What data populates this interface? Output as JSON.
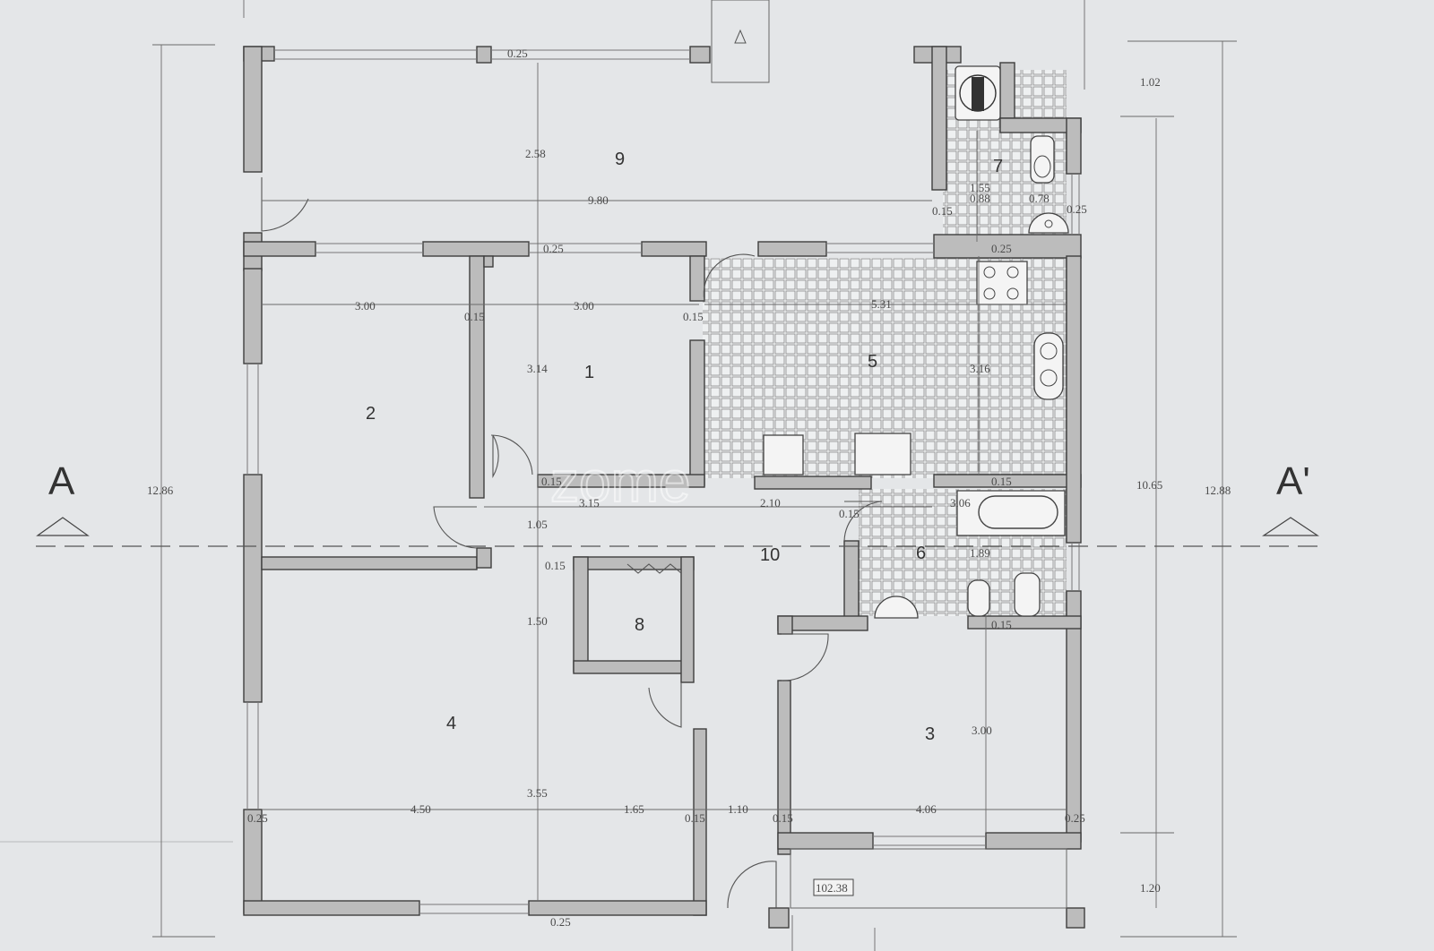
{
  "section": {
    "left": "A",
    "right": "A'"
  },
  "rooms": {
    "r1": "1",
    "r2": "2",
    "r3": "3",
    "r4": "4",
    "r5": "5",
    "r6": "6",
    "r7": "7",
    "r8": "8",
    "r9": "9",
    "r10": "10"
  },
  "area_label": "102.38",
  "watermark": "zome",
  "dims": {
    "top_wall": "0.25",
    "r9_depth": "2.58",
    "r9_width": "9.80",
    "right_top": "1.02",
    "r7_a": "1.55",
    "r7_b": "0.88",
    "r7_c": "0.78",
    "r7_d": "0.25",
    "r7_e": "0.15",
    "r7_f": "0.25",
    "mid_wall": "0.25",
    "r2_width": "3.00",
    "r1_width": "3.00",
    "wall_a": "0.15",
    "wall_b": "0.15",
    "r5_width": "5.31",
    "r1_depth": "3.14",
    "r5_depth": "3.16",
    "overall_left": "12.86",
    "overall_right_a": "10.65",
    "overall_right_b": "12.88",
    "wall_c": "0.15",
    "wall_d": "0.15",
    "corr_a": "3.15",
    "corr_b": "2.10",
    "r6_w": "3.06",
    "wall_e": "0.15",
    "corr_depth": "1.05",
    "r6_depth": "1.89",
    "wall_f": "0.15",
    "r8_depth": "1.50",
    "wall_g": "0.15",
    "r3_depth": "3.00",
    "r4_depth": "3.55",
    "wall_h": "0.25",
    "r4_width": "4.50",
    "r8_width": "1.65",
    "wall_i": "0.15",
    "corr_width": "1.10",
    "wall_j": "0.15",
    "r3_width": "4.06",
    "wall_k": "0.25",
    "bottom_right": "1.20",
    "bottom_wall": "0.25"
  },
  "colors": {
    "background": "#e4e6e8",
    "wall_fill": "#bcbcbc",
    "line": "#3e3e3e"
  },
  "icons": [
    "stair-icon",
    "toilet-icon",
    "sink-icon",
    "bathtub-icon",
    "bidet-icon",
    "stove-icon",
    "kitchen-sink-icon"
  ]
}
